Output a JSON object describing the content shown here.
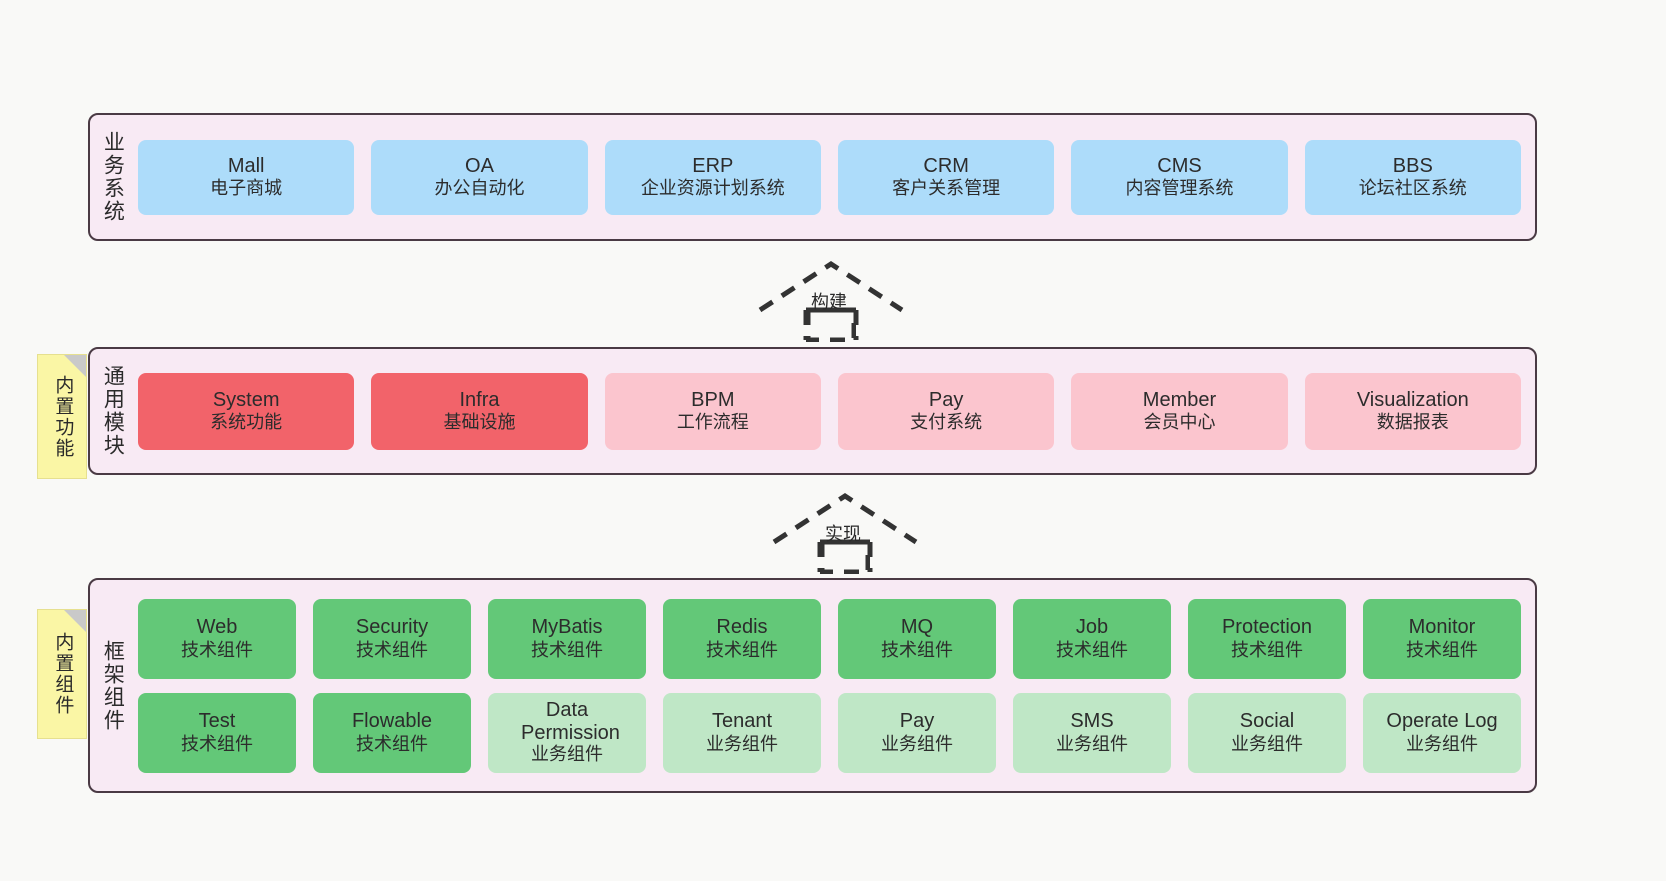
{
  "layers": [
    {
      "id": "business-system",
      "label": "业务系统",
      "rows": [
        [
          {
            "en": "Mall",
            "cn": "电子商城",
            "style": "c-blue"
          },
          {
            "en": "OA",
            "cn": "办公自动化",
            "style": "c-blue"
          },
          {
            "en": "ERP",
            "cn": "企业资源计划系统",
            "style": "c-blue"
          },
          {
            "en": "CRM",
            "cn": "客户关系管理",
            "style": "c-blue"
          },
          {
            "en": "CMS",
            "cn": "内容管理系统",
            "style": "c-blue"
          },
          {
            "en": "BBS",
            "cn": "论坛社区系统",
            "style": "c-blue"
          }
        ]
      ]
    },
    {
      "id": "common-module",
      "label": "通用模块",
      "sticky": "内置功能",
      "rows": [
        [
          {
            "en": "System",
            "cn": "系统功能",
            "style": "c-red"
          },
          {
            "en": "Infra",
            "cn": "基础设施",
            "style": "c-red"
          },
          {
            "en": "BPM",
            "cn": "工作流程",
            "style": "c-pinklight"
          },
          {
            "en": "Pay",
            "cn": "支付系统",
            "style": "c-pinklight"
          },
          {
            "en": "Member",
            "cn": "会员中心",
            "style": "c-pinklight"
          },
          {
            "en": "Visualization",
            "cn": "数据报表",
            "style": "c-pinklight"
          }
        ]
      ]
    },
    {
      "id": "framework-component",
      "label": "框架组件",
      "sticky": "内置组件",
      "rows": [
        [
          {
            "en": "Web",
            "cn": "技术组件",
            "style": "c-green"
          },
          {
            "en": "Security",
            "cn": "技术组件",
            "style": "c-green"
          },
          {
            "en": "MyBatis",
            "cn": "技术组件",
            "style": "c-green"
          },
          {
            "en": "Redis",
            "cn": "技术组件",
            "style": "c-green"
          },
          {
            "en": "MQ",
            "cn": "技术组件",
            "style": "c-green"
          },
          {
            "en": "Job",
            "cn": "技术组件",
            "style": "c-green"
          },
          {
            "en": "Protection",
            "cn": "技术组件",
            "style": "c-green"
          },
          {
            "en": "Monitor",
            "cn": "技术组件",
            "style": "c-green"
          }
        ],
        [
          {
            "en": "Test",
            "cn": "技术组件",
            "style": "c-green"
          },
          {
            "en": "Flowable",
            "cn": "技术组件",
            "style": "c-green"
          },
          {
            "en": "Data Permission",
            "cn": "业务组件",
            "style": "c-greenlight"
          },
          {
            "en": "Tenant",
            "cn": "业务组件",
            "style": "c-greenlight"
          },
          {
            "en": "Pay",
            "cn": "业务组件",
            "style": "c-greenlight"
          },
          {
            "en": "SMS",
            "cn": "业务组件",
            "style": "c-greenlight"
          },
          {
            "en": "Social",
            "cn": "业务组件",
            "style": "c-greenlight"
          },
          {
            "en": "Operate Log",
            "cn": "业务组件",
            "style": "c-greenlight"
          }
        ]
      ]
    }
  ],
  "arrows": [
    {
      "id": "build-arrow",
      "label": "构建"
    },
    {
      "id": "implement-arrow",
      "label": "实现"
    }
  ],
  "colors": {
    "panel_bg": "#F8EAF4",
    "panel_border": "#4A3A44",
    "blue": "#ADDCFA",
    "red": "#F2636A",
    "pink_light": "#FBC5CE",
    "green": "#63C878",
    "green_light": "#BFE7C6",
    "sticky_yellow": "#FAF6A5",
    "canvas": "#F9F9F7"
  }
}
